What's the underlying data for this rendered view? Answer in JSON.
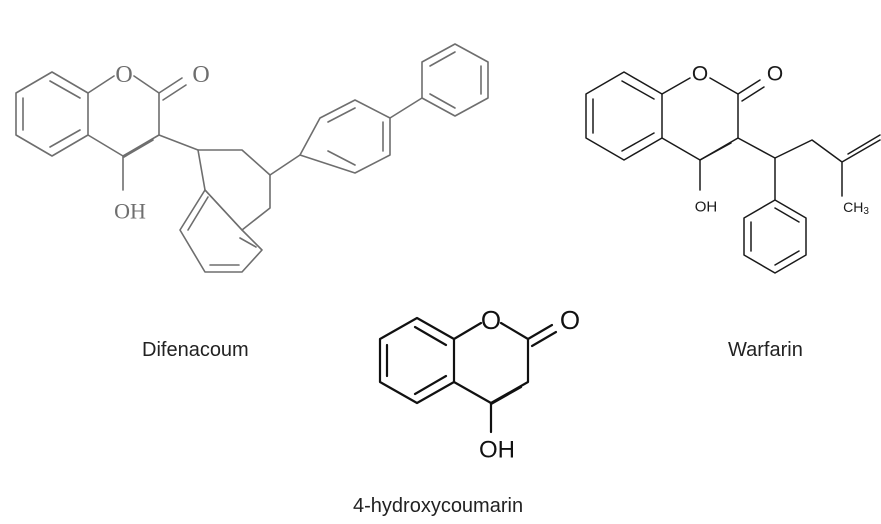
{
  "molecules": {
    "difenacoum": {
      "name": "Difenacoum",
      "atoms": {
        "ring_oxygen": "O",
        "carbonyl_oxygen": "O",
        "hydroxyl": "OH"
      }
    },
    "warfarin": {
      "name": "Warfarin",
      "atoms": {
        "ring_oxygen": "O",
        "carbonyl_oxygen": "O",
        "hydroxyl": "OH",
        "methyl": "CH3"
      }
    },
    "hydroxycoumarin": {
      "name": "4-hydroxycoumarin",
      "atoms": {
        "ring_oxygen": "O",
        "carbonyl_oxygen": "O",
        "hydroxyl": "OH"
      }
    }
  },
  "colors": {
    "difenacoum_bonds": "#6e6e6e",
    "warfarin_bonds": "#1a1a1a",
    "hydroxycoumarin_bonds": "#111111",
    "caption_text": "#222222"
  }
}
